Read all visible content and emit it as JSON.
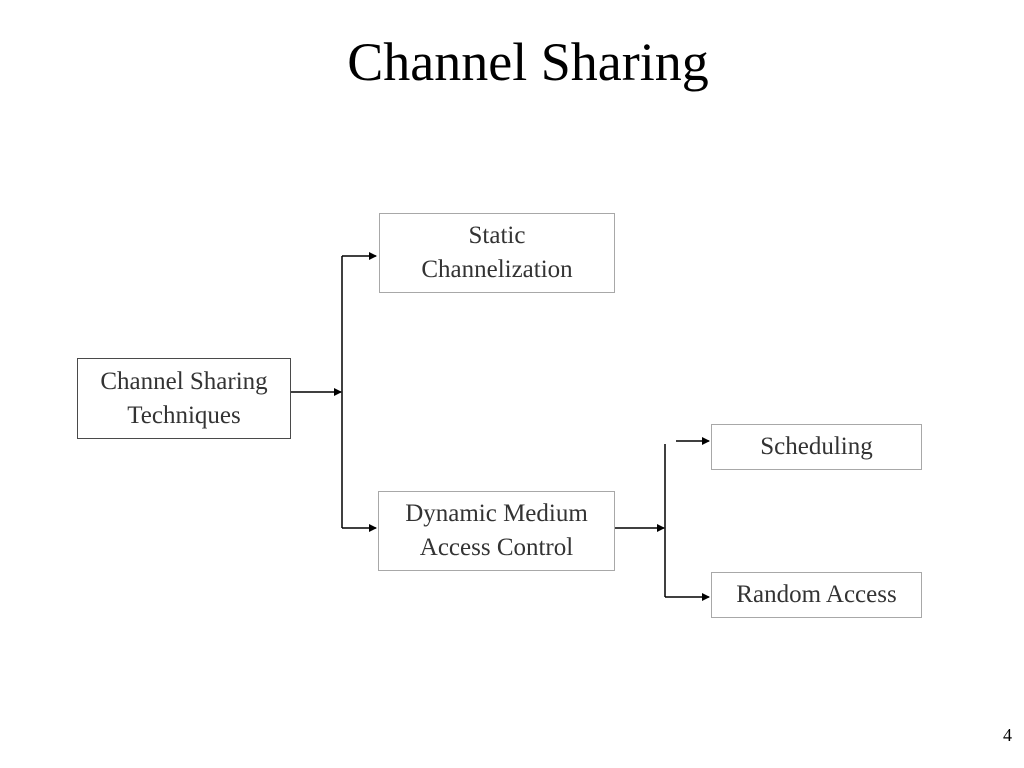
{
  "slide": {
    "title": "Channel Sharing",
    "page_number": "4"
  },
  "diagram": {
    "nodes": {
      "root": "Channel Sharing\nTechniques",
      "static": "Static\nChannelization",
      "dynamic": "Dynamic Medium\nAccess Control",
      "scheduling": "Scheduling",
      "random_access": "Random Access"
    }
  },
  "colors": {
    "line": "#000000",
    "box_border": "#a8a8a8",
    "root_border": "#4a4a4a",
    "text": "#333333"
  }
}
